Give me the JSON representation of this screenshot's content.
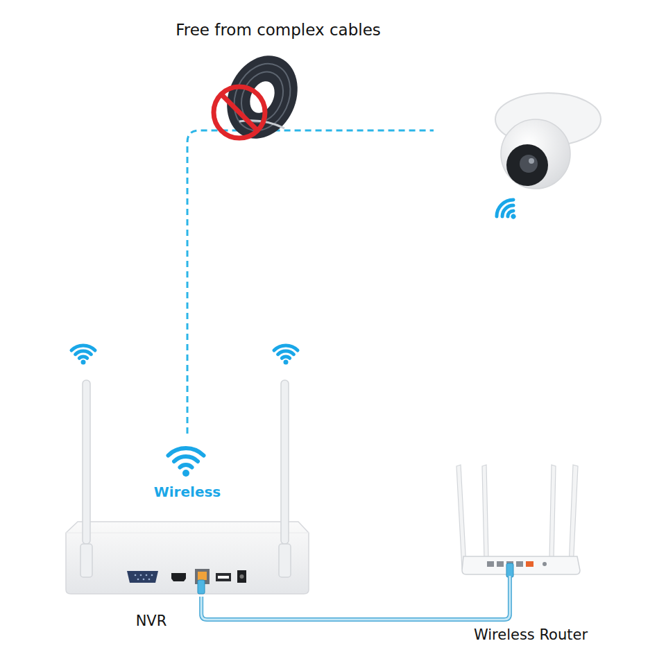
{
  "diagram": {
    "title": "Free from complex cables",
    "nodes": [
      {
        "text": [
          "NVR"
        ]
      },
      {
        "text": [
          "Wireless Router"
        ]
      }
    ],
    "edges": [
      {
        "from": 0,
        "to": 1,
        "arrow": "none"
      }
    ],
    "labels": [
      "Wireless"
    ]
  }
}
